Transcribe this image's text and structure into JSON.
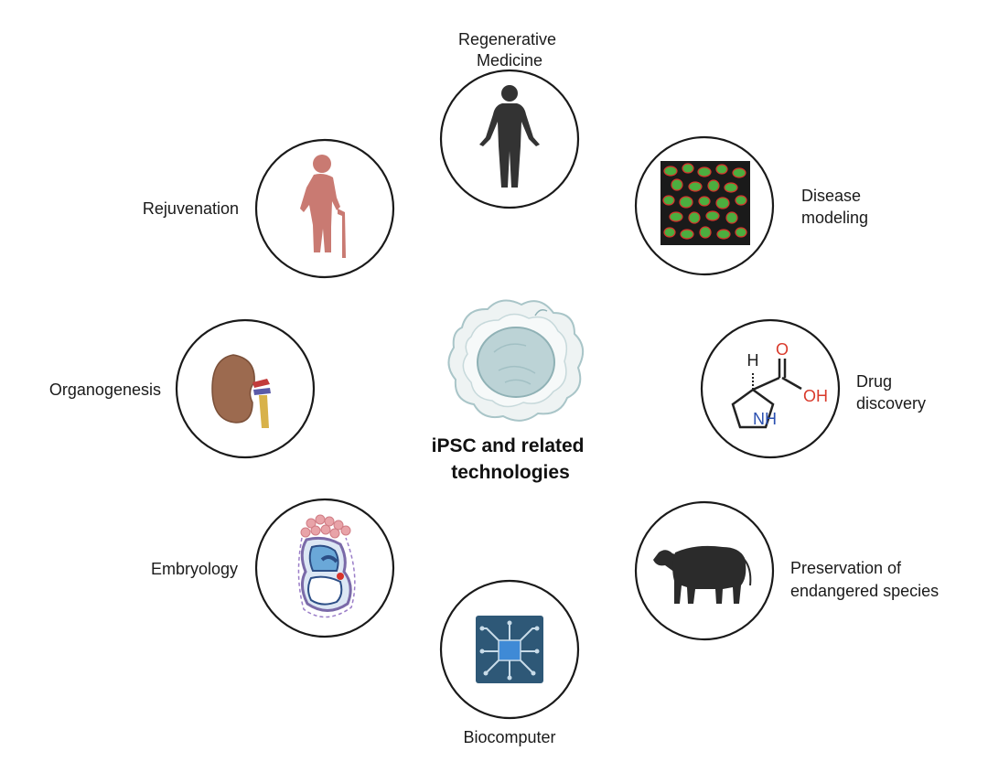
{
  "center": {
    "label_lines": [
      "iPSC and related",
      "technologies"
    ],
    "icon": "ipsc-cell-icon"
  },
  "nodes": [
    {
      "id": "regenerative-medicine",
      "label_lines": [
        "Regenerative",
        "Medicine"
      ],
      "icon": "human-body-icon"
    },
    {
      "id": "disease-modeling",
      "label_lines": [
        "Disease",
        "modeling"
      ],
      "icon": "cell-micrograph-icon"
    },
    {
      "id": "drug-discovery",
      "label_lines": [
        "Drug",
        "discovery"
      ],
      "icon": "proline-molecule-icon",
      "molecule": {
        "h": "H",
        "o": "O",
        "oh": "OH",
        "nh": "NH"
      }
    },
    {
      "id": "preservation",
      "label_lines": [
        "Preservation of",
        "endangered species"
      ],
      "icon": "cattle-icon"
    },
    {
      "id": "biocomputer",
      "label_lines": [
        "Biocomputer"
      ],
      "icon": "circuit-chip-icon"
    },
    {
      "id": "embryology",
      "label_lines": [
        "Embryology"
      ],
      "icon": "embryo-icon"
    },
    {
      "id": "organogenesis",
      "label_lines": [
        "Organogenesis"
      ],
      "icon": "kidney-icon"
    },
    {
      "id": "rejuvenation",
      "label_lines": [
        "Rejuvenation"
      ],
      "icon": "elderly-person-icon"
    }
  ],
  "colors": {
    "ring": "#1a1a1a",
    "human": "#333333",
    "micrograph_bg": "#1a1a1a",
    "micrograph_cell": "#4cae3f",
    "micrograph_edge": "#d7332b",
    "oxygen": "#d93a2b",
    "nitrogen": "#2a4fb0",
    "elder": "#c97a72",
    "kidney": "#9c6a4f",
    "cattle": "#2b2b2b",
    "chip_bg": "#2e5877",
    "chip_core": "#3f8ad6",
    "embryo": "#6aa8d8",
    "cell": "#c9dcdf"
  }
}
